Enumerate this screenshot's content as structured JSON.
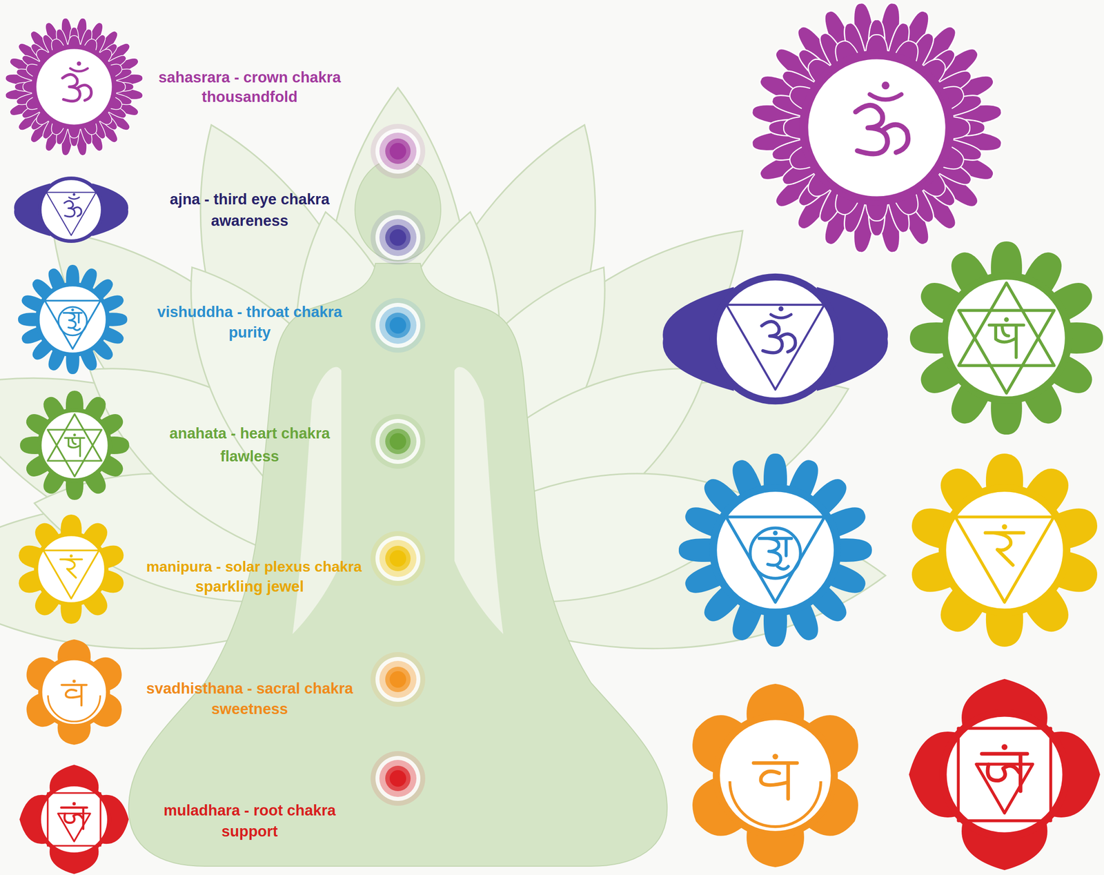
{
  "diagram": {
    "labels": [
      "sahasrara - crown chakra",
      "thousandfold",
      "ajna - third eye chakra",
      "awareness",
      "vishuddha - throat chakra",
      "purity",
      "anahata - heart chakra",
      "flawless",
      "manipura - solar plexus chakra",
      "sparkling jewel",
      "svadhisthana - sacral chakra",
      "sweetness",
      "muladhara - root chakra",
      "support"
    ]
  }
}
